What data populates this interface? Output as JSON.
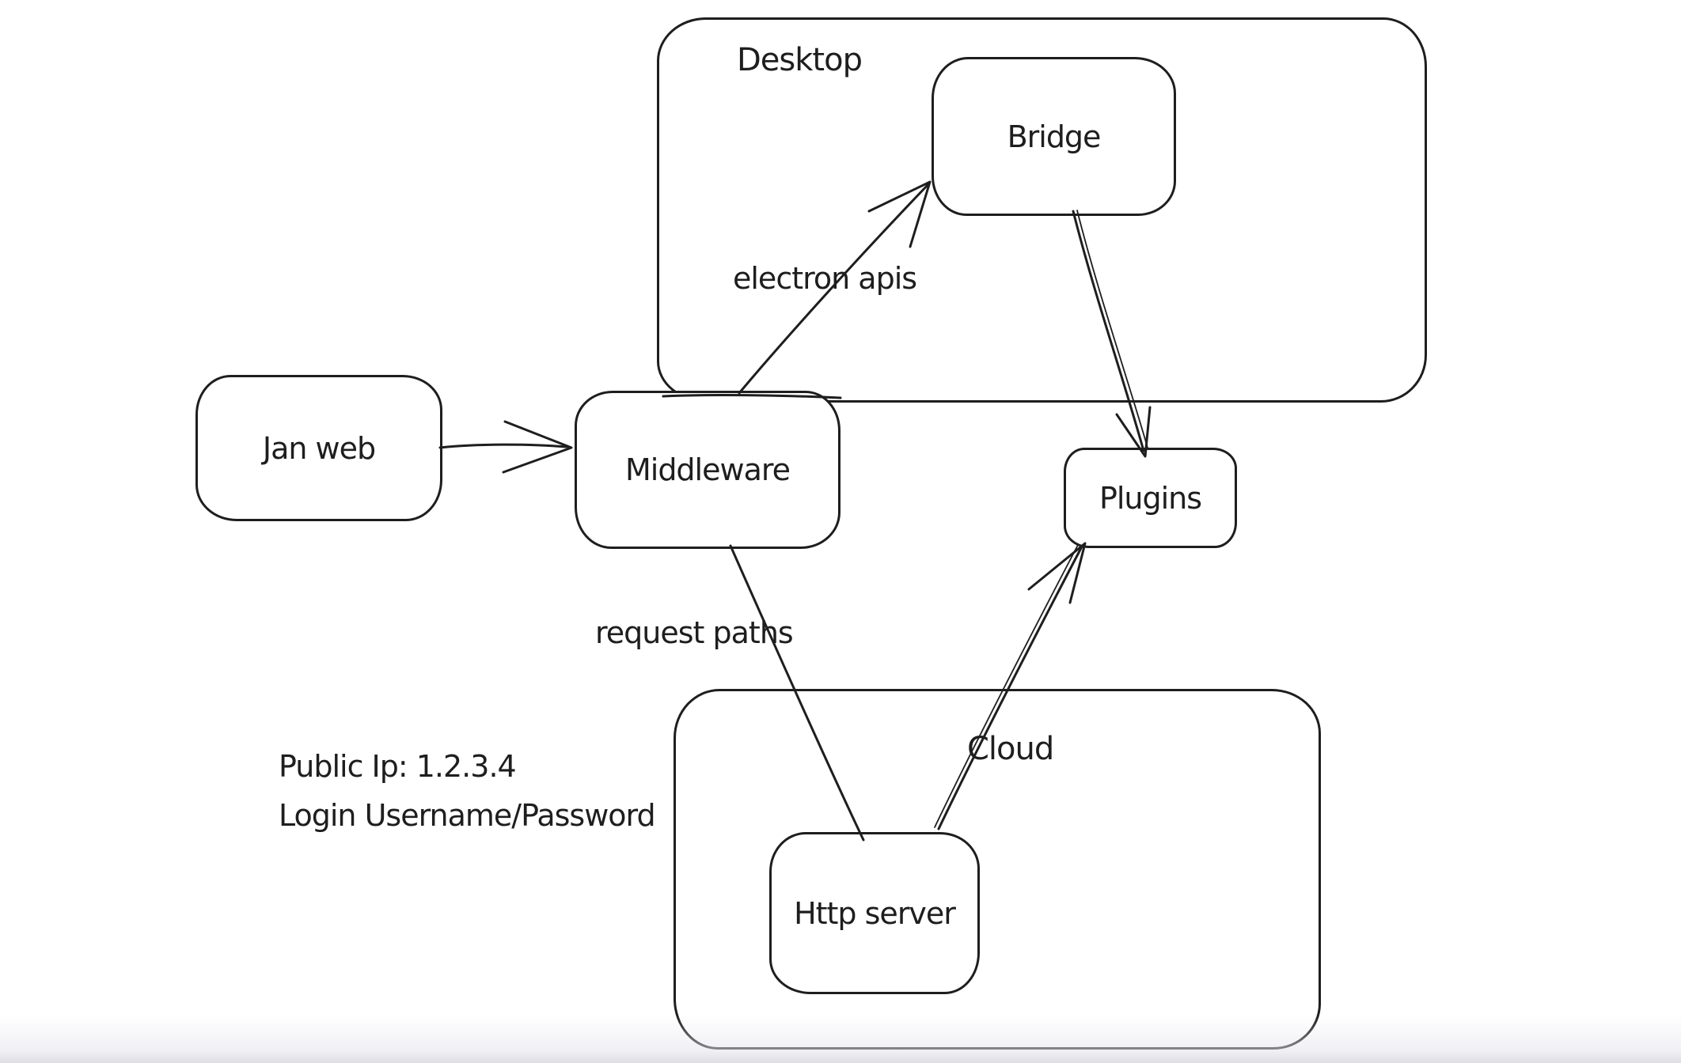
{
  "diagram": {
    "background": "#ffffff",
    "stroke_color": "#1e1e1e",
    "containers": [
      {
        "id": "desktop",
        "label": "Desktop"
      },
      {
        "id": "cloud",
        "label": "Cloud"
      }
    ],
    "nodes": [
      {
        "id": "jan-web",
        "label": "Jan web"
      },
      {
        "id": "middleware",
        "label": "Middleware"
      },
      {
        "id": "bridge",
        "label": "Bridge"
      },
      {
        "id": "plugins",
        "label": "Plugins"
      },
      {
        "id": "http-server",
        "label": "Http server"
      }
    ],
    "edges": [
      {
        "from": "jan-web",
        "to": "middleware",
        "label": ""
      },
      {
        "from": "middleware",
        "to": "bridge",
        "label": "electron apis"
      },
      {
        "from": "bridge",
        "to": "plugins",
        "label": ""
      },
      {
        "from": "middleware",
        "to": "http-server",
        "label": "request paths"
      },
      {
        "from": "http-server",
        "to": "plugins",
        "label": ""
      }
    ],
    "notes": [
      "Public Ip: 1.2.3.4",
      "Login Username/Password"
    ]
  }
}
